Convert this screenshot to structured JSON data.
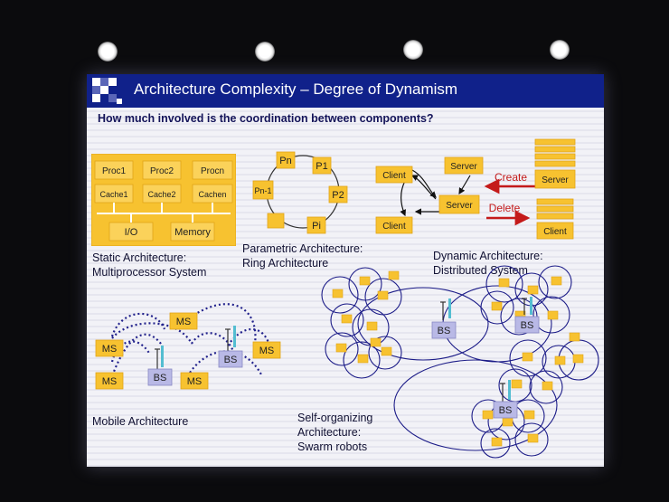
{
  "slide": {
    "title": "Architecture Complexity – Degree of Dynamism",
    "subtitle": "How much involved is the coordination between components?"
  },
  "static": {
    "procs": [
      "Proc1",
      "Proc2",
      "Procn"
    ],
    "caches": [
      "Cache1",
      "Cache2",
      "Cachen"
    ],
    "io": "I/O",
    "memory": "Memory",
    "caption_line1": "Static Architecture:",
    "caption_line2": "Multiprocessor System"
  },
  "ring": {
    "nodes": [
      "Pn",
      "P1",
      "Pn-1",
      "P2",
      "Pi"
    ],
    "caption_line1": "Parametric Architecture:",
    "caption_line2": "Ring Architecture"
  },
  "dynamic": {
    "client": "Client",
    "server": "Server",
    "create": "Create",
    "delete": "Delete",
    "caption_line1": "Dynamic Architecture:",
    "caption_line2": "Distributed System"
  },
  "mobile": {
    "ms": "MS",
    "bs": "BS",
    "caption": "Mobile Architecture"
  },
  "swarm": {
    "bs": "BS",
    "caption_line1": "Self-organizing",
    "caption_line2": "Architecture:",
    "caption_line3": "Swarm robots"
  },
  "colors": {
    "title_bar": "#10218a",
    "box_fill": "#f7c230",
    "create_delete": "#c41a1a",
    "dotted_link": "#22228c",
    "bs_fill": "#b9b9e6"
  }
}
